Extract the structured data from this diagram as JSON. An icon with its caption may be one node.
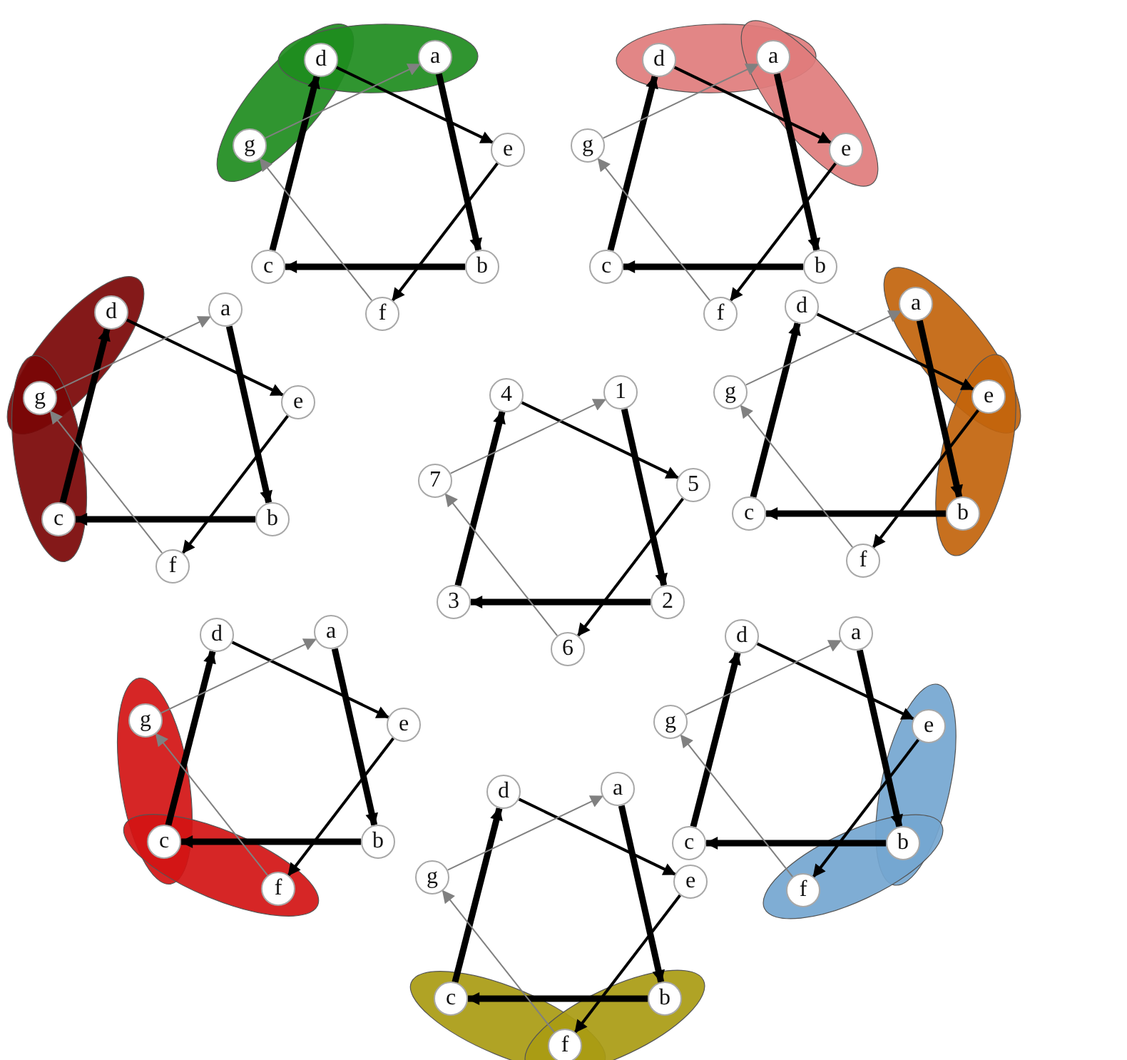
{
  "diagram": {
    "nodes": [
      {
        "text": [
          "a"
        ]
      },
      {
        "text": [
          "b"
        ]
      },
      {
        "text": [
          "c"
        ]
      },
      {
        "text": [
          "d"
        ]
      },
      {
        "text": [
          "e"
        ]
      },
      {
        "text": [
          "f"
        ]
      },
      {
        "text": [
          "g"
        ]
      },
      {
        "text": [
          "a"
        ]
      },
      {
        "text": [
          "b"
        ]
      },
      {
        "text": [
          "c"
        ]
      },
      {
        "text": [
          "d"
        ]
      },
      {
        "text": [
          "e"
        ]
      },
      {
        "text": [
          "f"
        ]
      },
      {
        "text": [
          "g"
        ]
      },
      {
        "text": [
          "a"
        ]
      },
      {
        "text": [
          "b"
        ]
      },
      {
        "text": [
          "c"
        ]
      },
      {
        "text": [
          "d"
        ]
      },
      {
        "text": [
          "e"
        ]
      },
      {
        "text": [
          "f"
        ]
      },
      {
        "text": [
          "g"
        ]
      },
      {
        "text": [
          "1"
        ]
      },
      {
        "text": [
          "2"
        ]
      },
      {
        "text": [
          "3"
        ]
      },
      {
        "text": [
          "4"
        ]
      },
      {
        "text": [
          "5"
        ]
      },
      {
        "text": [
          "6"
        ]
      },
      {
        "text": [
          "7"
        ]
      },
      {
        "text": [
          "a"
        ]
      },
      {
        "text": [
          "b"
        ]
      },
      {
        "text": [
          "c"
        ]
      },
      {
        "text": [
          "d"
        ]
      },
      {
        "text": [
          "e"
        ]
      },
      {
        "text": [
          "f"
        ]
      },
      {
        "text": [
          "g"
        ]
      },
      {
        "text": [
          "a"
        ]
      },
      {
        "text": [
          "b"
        ]
      },
      {
        "text": [
          "c"
        ]
      },
      {
        "text": [
          "d"
        ]
      },
      {
        "text": [
          "e"
        ]
      },
      {
        "text": [
          "f"
        ]
      },
      {
        "text": [
          "g"
        ]
      },
      {
        "text": [
          "a"
        ]
      },
      {
        "text": [
          "b"
        ]
      },
      {
        "text": [
          "c"
        ]
      },
      {
        "text": [
          "d"
        ]
      },
      {
        "text": [
          "e"
        ]
      },
      {
        "text": [
          "f"
        ]
      },
      {
        "text": [
          "g"
        ]
      },
      {
        "text": [
          "a"
        ]
      },
      {
        "text": [
          "b"
        ]
      },
      {
        "text": [
          "c"
        ]
      },
      {
        "text": [
          "d"
        ]
      },
      {
        "text": [
          "e"
        ]
      },
      {
        "text": [
          "f"
        ]
      },
      {
        "text": [
          "g"
        ]
      }
    ],
    "edges": [
      {
        "from": 0,
        "to": 1,
        "arrow": "to",
        "style": "thick"
      },
      {
        "from": 1,
        "to": 2,
        "arrow": "to",
        "style": "thick"
      },
      {
        "from": 2,
        "to": 3,
        "arrow": "to",
        "style": "thick"
      },
      {
        "from": 3,
        "to": 4,
        "arrow": "to"
      },
      {
        "from": 4,
        "to": 5,
        "arrow": "to"
      },
      {
        "from": 5,
        "to": 6,
        "arrow": "to",
        "color": "#808080"
      },
      {
        "from": 6,
        "to": 0,
        "arrow": "to",
        "color": "#808080"
      },
      {
        "from": 7,
        "to": 8,
        "arrow": "to",
        "style": "thick"
      },
      {
        "from": 8,
        "to": 9,
        "arrow": "to",
        "style": "thick"
      },
      {
        "from": 9,
        "to": 10,
        "arrow": "to",
        "style": "thick"
      },
      {
        "from": 10,
        "to": 11,
        "arrow": "to"
      },
      {
        "from": 11,
        "to": 12,
        "arrow": "to"
      },
      {
        "from": 12,
        "to": 13,
        "arrow": "to",
        "color": "#808080"
      },
      {
        "from": 13,
        "to": 7,
        "arrow": "to",
        "color": "#808080"
      },
      {
        "from": 14,
        "to": 15,
        "arrow": "to",
        "style": "thick"
      },
      {
        "from": 15,
        "to": 16,
        "arrow": "to",
        "style": "thick"
      },
      {
        "from": 16,
        "to": 17,
        "arrow": "to",
        "style": "thick"
      },
      {
        "from": 17,
        "to": 18,
        "arrow": "to"
      },
      {
        "from": 18,
        "to": 19,
        "arrow": "to"
      },
      {
        "from": 19,
        "to": 20,
        "arrow": "to",
        "color": "#808080"
      },
      {
        "from": 20,
        "to": 14,
        "arrow": "to",
        "color": "#808080"
      },
      {
        "from": 21,
        "to": 22,
        "arrow": "to",
        "style": "thick"
      },
      {
        "from": 22,
        "to": 23,
        "arrow": "to",
        "style": "thick"
      },
      {
        "from": 23,
        "to": 24,
        "arrow": "to",
        "style": "thick"
      },
      {
        "from": 24,
        "to": 25,
        "arrow": "to"
      },
      {
        "from": 25,
        "to": 26,
        "arrow": "to"
      },
      {
        "from": 26,
        "to": 27,
        "arrow": "to",
        "color": "#808080"
      },
      {
        "from": 27,
        "to": 21,
        "arrow": "to",
        "color": "#808080"
      },
      {
        "from": 28,
        "to": 29,
        "arrow": "to",
        "style": "thick"
      },
      {
        "from": 29,
        "to": 30,
        "arrow": "to",
        "style": "thick"
      },
      {
        "from": 30,
        "to": 31,
        "arrow": "to",
        "style": "thick"
      },
      {
        "from": 31,
        "to": 32,
        "arrow": "to"
      },
      {
        "from": 32,
        "to": 33,
        "arrow": "to"
      },
      {
        "from": 33,
        "to": 34,
        "arrow": "to",
        "color": "#808080"
      },
      {
        "from": 34,
        "to": 28,
        "arrow": "to",
        "color": "#808080"
      },
      {
        "from": 35,
        "to": 36,
        "arrow": "to",
        "style": "thick"
      },
      {
        "from": 36,
        "to": 37,
        "arrow": "to",
        "style": "thick"
      },
      {
        "from": 37,
        "to": 38,
        "arrow": "to",
        "style": "thick"
      },
      {
        "from": 38,
        "to": 39,
        "arrow": "to"
      },
      {
        "from": 39,
        "to": 40,
        "arrow": "to"
      },
      {
        "from": 40,
        "to": 41,
        "arrow": "to",
        "color": "#808080"
      },
      {
        "from": 41,
        "to": 35,
        "arrow": "to",
        "color": "#808080"
      },
      {
        "from": 42,
        "to": 43,
        "arrow": "to",
        "style": "thick"
      },
      {
        "from": 43,
        "to": 44,
        "arrow": "to",
        "style": "thick"
      },
      {
        "from": 44,
        "to": 45,
        "arrow": "to",
        "style": "thick"
      },
      {
        "from": 45,
        "to": 46,
        "arrow": "to"
      },
      {
        "from": 46,
        "to": 47,
        "arrow": "to"
      },
      {
        "from": 47,
        "to": 48,
        "arrow": "to",
        "color": "#808080"
      },
      {
        "from": 48,
        "to": 42,
        "arrow": "to",
        "color": "#808080"
      },
      {
        "from": 49,
        "to": 50,
        "arrow": "to",
        "style": "thick"
      },
      {
        "from": 50,
        "to": 51,
        "arrow": "to",
        "style": "thick"
      },
      {
        "from": 51,
        "to": 52,
        "arrow": "to",
        "style": "thick"
      },
      {
        "from": 52,
        "to": 53,
        "arrow": "to"
      },
      {
        "from": 53,
        "to": 54,
        "arrow": "to"
      },
      {
        "from": 54,
        "to": 55,
        "arrow": "to",
        "color": "#808080"
      },
      {
        "from": 55,
        "to": 49,
        "arrow": "to",
        "color": "#808080"
      }
    ]
  }
}
